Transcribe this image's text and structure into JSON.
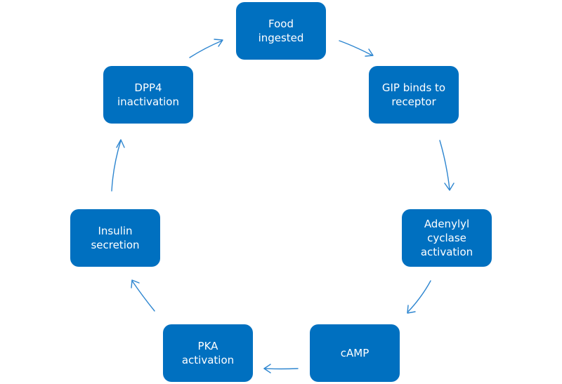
{
  "diagram": {
    "type": "cycle",
    "colors": {
      "node_fill": "#0070c0",
      "node_text": "#ffffff",
      "arrow": "#2e86d0",
      "background": "#ffffff"
    },
    "nodes": [
      {
        "id": "food",
        "label": "Food\ningested"
      },
      {
        "id": "gip",
        "label": "GIP binds to\nreceptor"
      },
      {
        "id": "adenylyl",
        "label": "Adenylyl\ncyclase\nactivation"
      },
      {
        "id": "camp",
        "label": "cAMP"
      },
      {
        "id": "pka",
        "label": "PKA\nactivation"
      },
      {
        "id": "insulin",
        "label": "Insulin\nsecretion"
      },
      {
        "id": "dpp4",
        "label": "DPP4\ninactivation"
      }
    ],
    "edges": [
      {
        "from": "food",
        "to": "gip"
      },
      {
        "from": "gip",
        "to": "adenylyl"
      },
      {
        "from": "adenylyl",
        "to": "camp"
      },
      {
        "from": "camp",
        "to": "pka"
      },
      {
        "from": "pka",
        "to": "insulin"
      },
      {
        "from": "insulin",
        "to": "dpp4"
      },
      {
        "from": "dpp4",
        "to": "food"
      }
    ]
  }
}
